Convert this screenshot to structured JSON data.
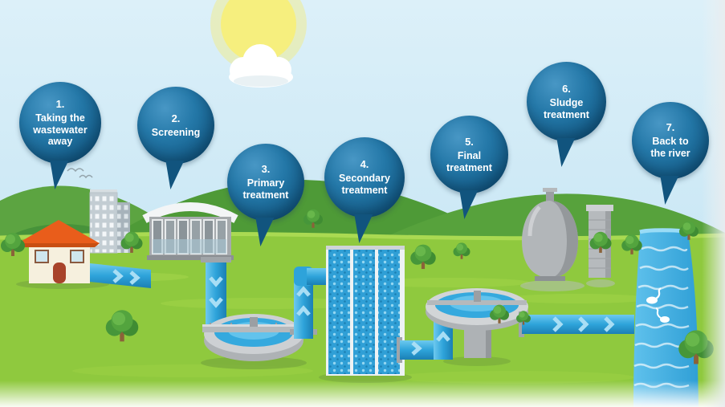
{
  "steps": [
    {
      "number": "1.",
      "label": "Taking the\nwastewater\naway"
    },
    {
      "number": "2.",
      "label": "Screening"
    },
    {
      "number": "3.",
      "label": "Primary\ntreatment"
    },
    {
      "number": "4.",
      "label": "Secondary\ntreatment"
    },
    {
      "number": "5.",
      "label": "Final\ntreatment"
    },
    {
      "number": "6.",
      "label": "Sludge\ntreatment"
    },
    {
      "number": "7.",
      "label": "Back to\nthe river"
    }
  ],
  "colors": {
    "bubble_fill": "#135a85",
    "bubble_text": "#ffffff",
    "sky": "#c9e6f4",
    "sun": "#f6ef7e",
    "hill_green": "#4e9a37",
    "grass_green": "#8fc93e",
    "pipe_blue": "#2ea3da",
    "water_blue": "#35a9de",
    "equipment_gray": "#b2b6b9",
    "roof_orange": "#e95d1b"
  }
}
